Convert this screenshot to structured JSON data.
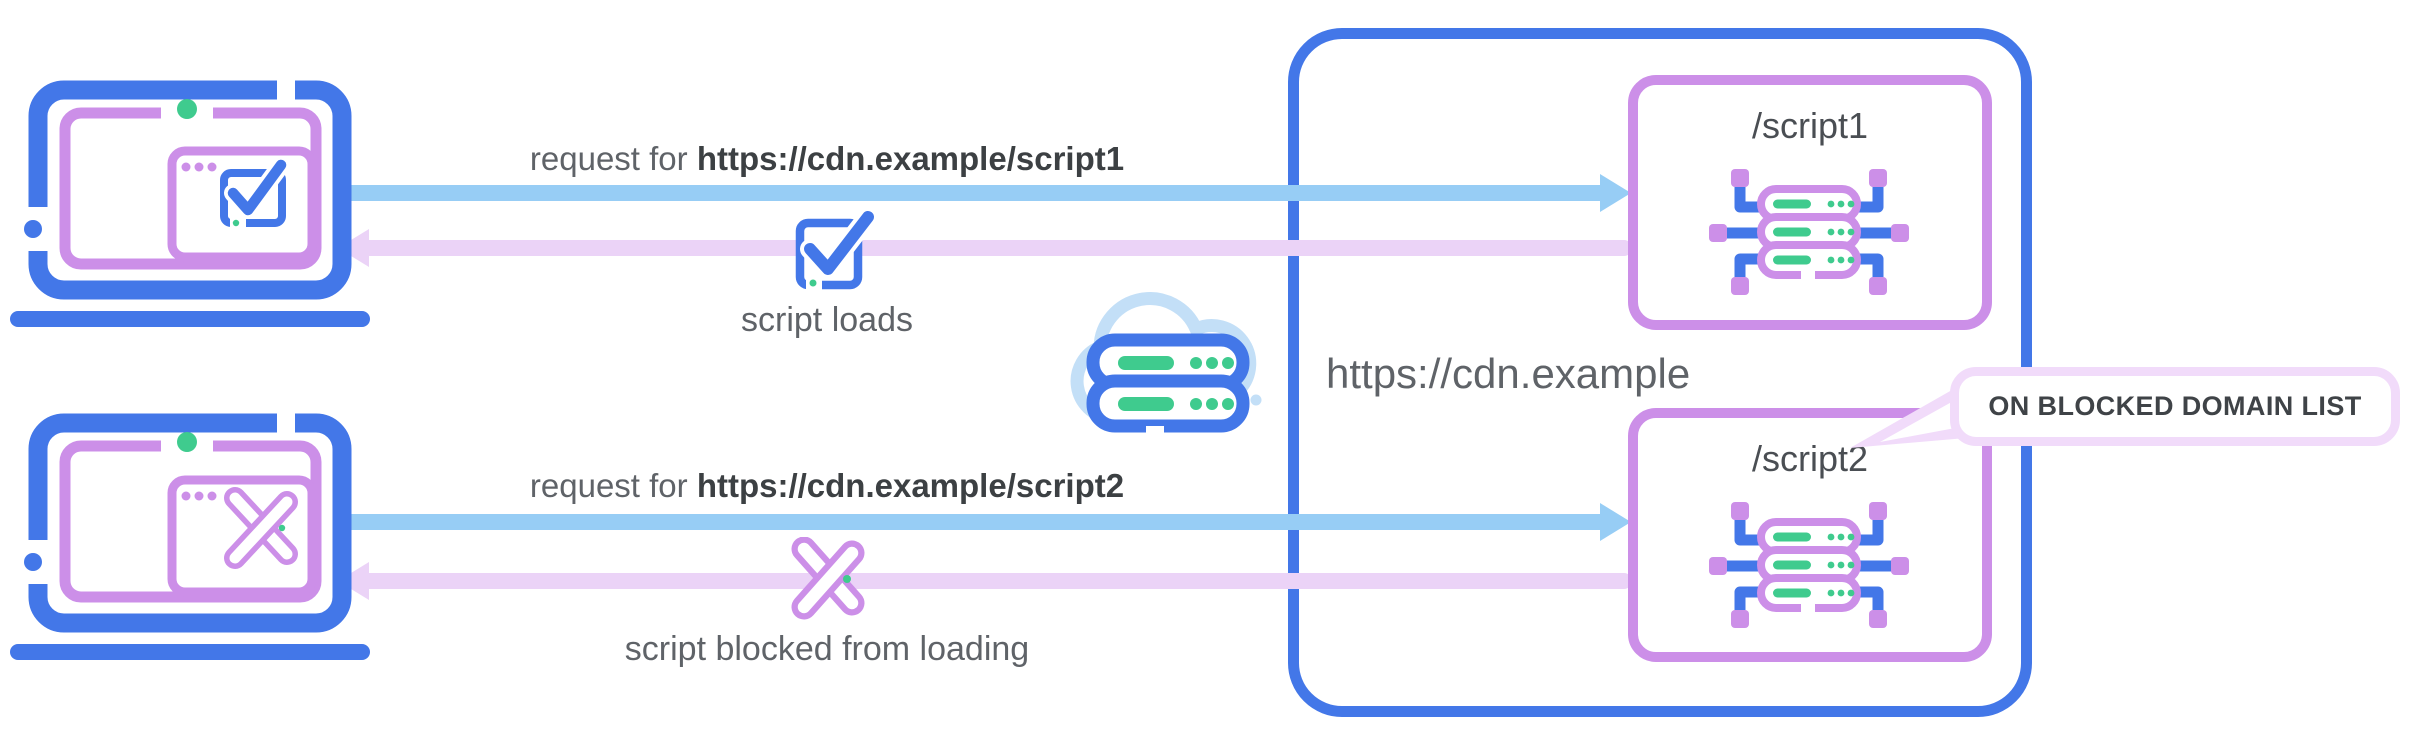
{
  "colors": {
    "blue": "#4377E8",
    "light_blue_arrow": "#97CDF5",
    "purple": "#CC8FE8",
    "light_purple_arrow": "#EBD3F7",
    "callout_pink": "#F1DBFA",
    "green": "#3FCB8E",
    "cloud_blue": "#C3DFF7",
    "text_gray": "#5F6368",
    "text_dark": "#3C4043"
  },
  "clients": [
    {
      "name": "client-allowed",
      "status_icon": "checkmark-icon"
    },
    {
      "name": "client-blocked",
      "status_icon": "cross-icon"
    }
  ],
  "flows": [
    {
      "request_prefix": "request for ",
      "request_url": "https://cdn.example/script1",
      "response_icon": "checkmark-icon",
      "response_label": "script loads"
    },
    {
      "request_prefix": "request for ",
      "request_url": "https://cdn.example/script2",
      "response_icon": "cross-icon",
      "response_label": "script blocked from loading"
    }
  ],
  "network": {
    "icon": "cloud-server-icon"
  },
  "cdn": {
    "label": "https://cdn.example",
    "endpoints": [
      {
        "label": "/script1",
        "icon": "server-rack-icon"
      },
      {
        "label": "/script2",
        "icon": "server-rack-icon",
        "callout": "ON BLOCKED DOMAIN LIST"
      }
    ]
  }
}
